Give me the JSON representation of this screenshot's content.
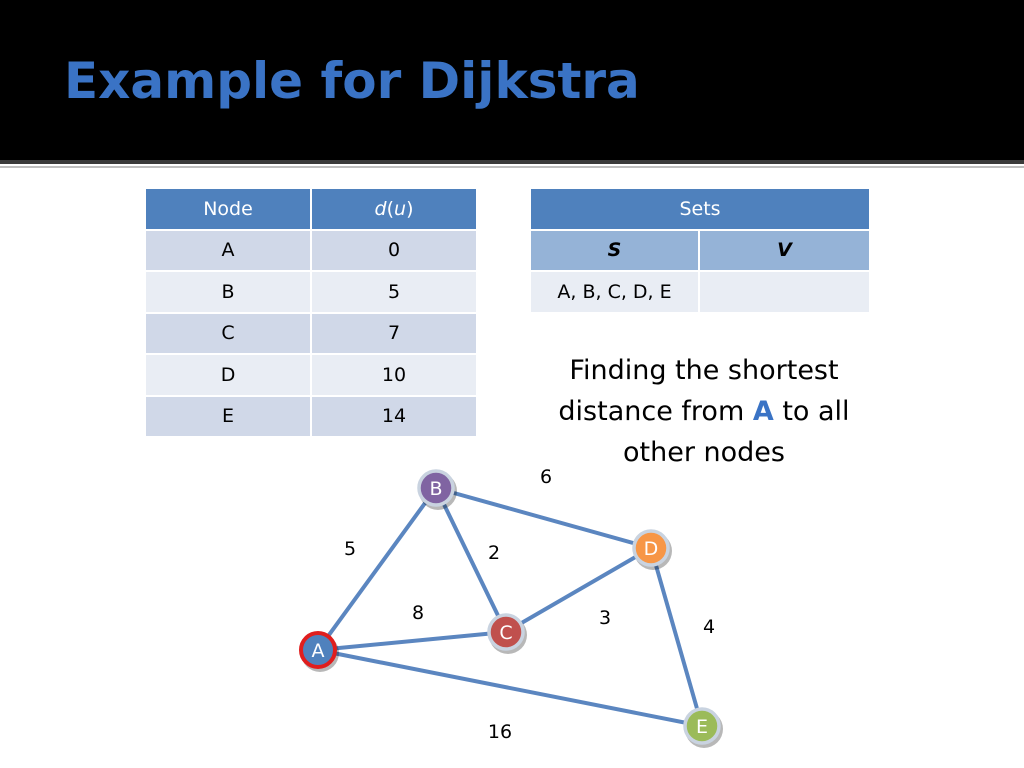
{
  "slide": {
    "title": "Example for Dijkstra"
  },
  "node_table": {
    "header": {
      "node": "Node",
      "d": "d",
      "u": "u",
      "open": "(",
      "close": ")"
    },
    "rows": [
      {
        "node": "A",
        "d": "0"
      },
      {
        "node": "B",
        "d": "5"
      },
      {
        "node": "C",
        "d": "7"
      },
      {
        "node": "D",
        "d": "10"
      },
      {
        "node": "E",
        "d": "14"
      }
    ]
  },
  "sets_table": {
    "header": "Sets",
    "col_s": "S",
    "col_v": "V",
    "s_value": "A, B, C, D, E",
    "v_value": ""
  },
  "caption": {
    "line1": "Finding the shortest",
    "line2_pre": "distance from ",
    "line2_highlight": "A",
    "line2_post": " to all",
    "line3": "other nodes"
  },
  "graph": {
    "nodes": [
      {
        "id": "A",
        "label": "A",
        "color": "#4f81bd",
        "ring": "#e01e1e"
      },
      {
        "id": "B",
        "label": "B",
        "color": "#8064a2",
        "ring": "#c9d3e0"
      },
      {
        "id": "C",
        "label": "C",
        "color": "#c0504d",
        "ring": "#c9d3e0"
      },
      {
        "id": "D",
        "label": "D",
        "color": "#f79646",
        "ring": "#c9d3e0"
      },
      {
        "id": "E",
        "label": "E",
        "color": "#9bbb59",
        "ring": "#c9d3e0"
      }
    ],
    "edges": [
      {
        "from": "A",
        "to": "B",
        "weight": "5"
      },
      {
        "from": "A",
        "to": "C",
        "weight": "8"
      },
      {
        "from": "A",
        "to": "E",
        "weight": "16"
      },
      {
        "from": "B",
        "to": "C",
        "weight": "2"
      },
      {
        "from": "B",
        "to": "D",
        "weight": "6"
      },
      {
        "from": "C",
        "to": "D",
        "weight": "3"
      },
      {
        "from": "D",
        "to": "E",
        "weight": "4"
      }
    ],
    "edge_color": "#5b86c0"
  },
  "colors": {
    "title": "#3a73c5",
    "table_header": "#4f81bd",
    "row_band_1": "#d0d8e8",
    "row_band_2": "#e9edf4",
    "subheader": "#95b3d7"
  }
}
